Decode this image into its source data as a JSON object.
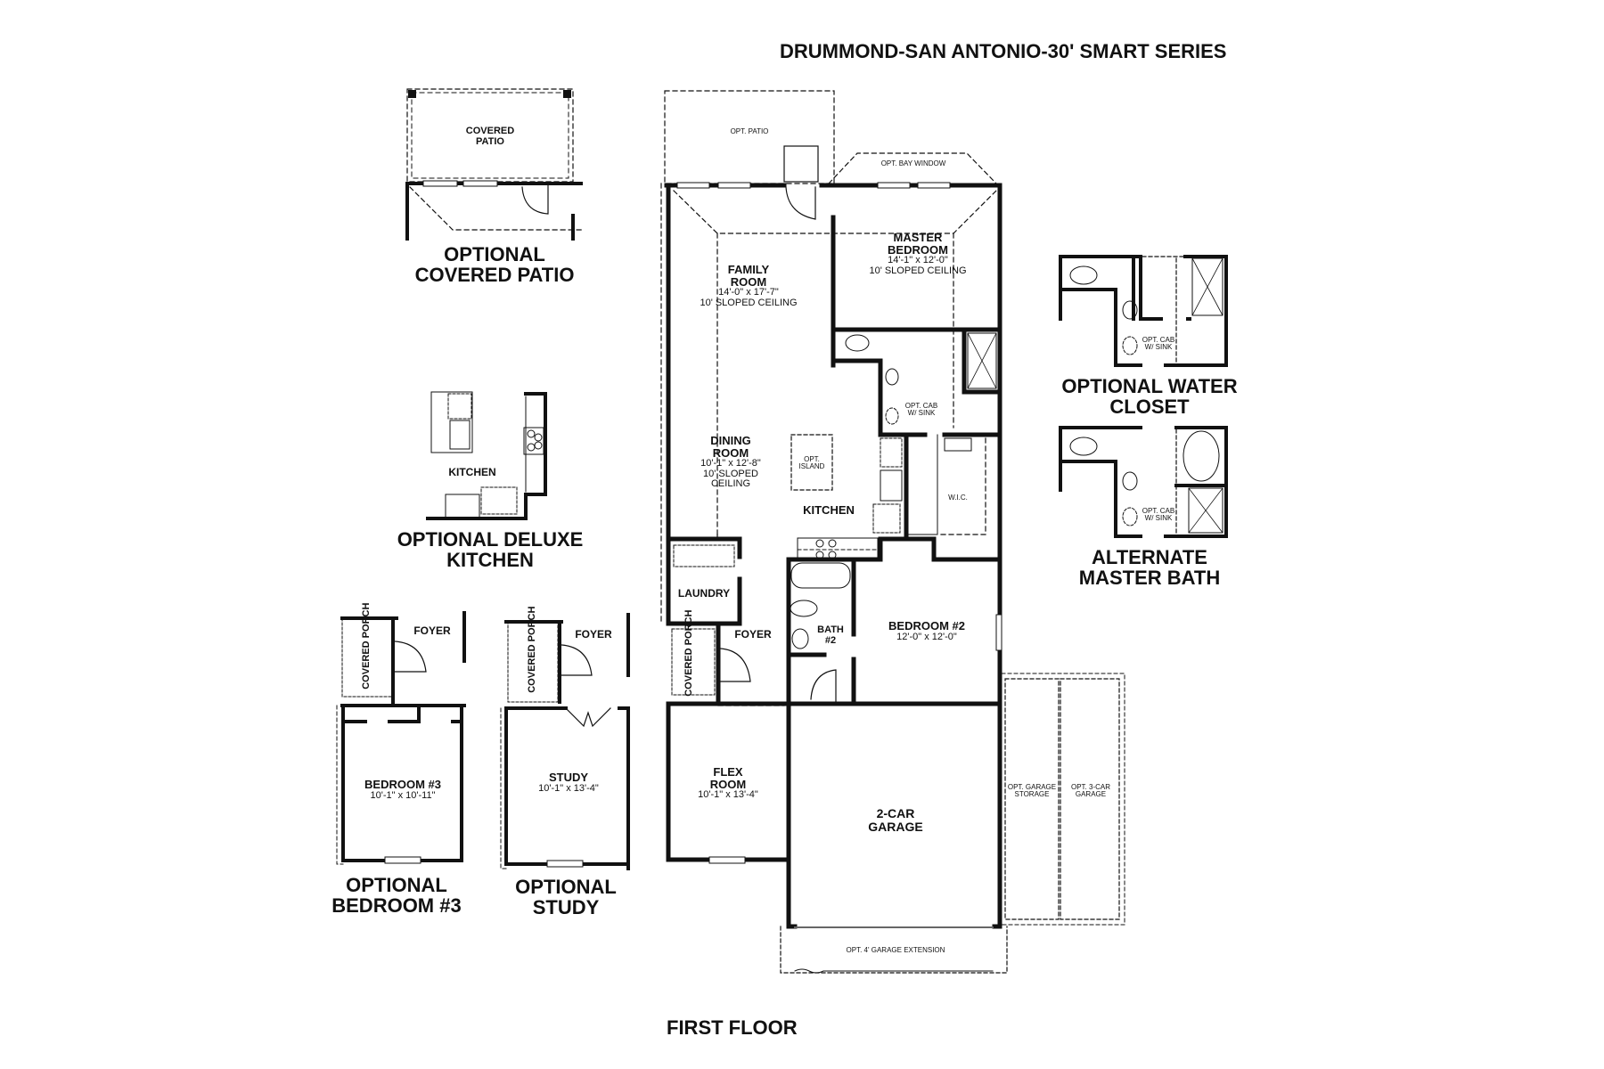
{
  "header": {
    "title": "DRUMMOND-SAN ANTONIO-30' SMART SERIES"
  },
  "footer": {
    "floor_label": "FIRST FLOOR"
  },
  "main_plan": {
    "rooms": {
      "opt_patio": "OPT. PATIO",
      "opt_bay_window": "OPT. BAY WINDOW",
      "family_room": {
        "name": "FAMILY ROOM",
        "dims": "14'-0\" x 17'-7\"",
        "note": "10' SLOPED CEILING"
      },
      "master_bedroom": {
        "name": "MASTER BEDROOM",
        "dims": "14'-1\" x 12'-0\"",
        "note": "10' SLOPED CEILING"
      },
      "master_bath_opt": "OPT. CAB W/ SINK",
      "dining_room": {
        "name": "DINING ROOM",
        "dims": "10'-1\" x 12'-8\"",
        "note": "10' SLOPED CEILING"
      },
      "opt_island": "OPT. ISLAND",
      "kitchen": "KITCHEN",
      "wic": "W.I.C.",
      "laundry": "LAUNDRY",
      "covered_porch": "COVERED PORCH",
      "foyer": "FOYER",
      "bath2": "BATH #2",
      "bedroom2": {
        "name": "BEDROOM #2",
        "dims": "12'-0\" x 12'-0\""
      },
      "flex_room": {
        "name": "FLEX ROOM",
        "dims": "10'-1\" x 13'-4\""
      },
      "garage": "2-CAR GARAGE",
      "opt_garage_storage": "OPT. GARAGE STORAGE",
      "opt_3car_garage": "OPT. 3-CAR GARAGE",
      "opt_garage_extension": "OPT. 4' GARAGE EXTENSION"
    }
  },
  "options": {
    "covered_patio": {
      "inner_label": "COVERED PATIO",
      "caption": "OPTIONAL COVERED PATIO"
    },
    "deluxe_kitchen": {
      "inner_label": "KITCHEN",
      "caption": "OPTIONAL DELUXE KITCHEN"
    },
    "water_closet": {
      "inner_label": "OPT. CAB W/ SINK",
      "caption": "OPTIONAL WATER CLOSET"
    },
    "alt_master_bath": {
      "inner_label": "OPT. CAB W/ SINK",
      "caption": "ALTERNATE MASTER BATH"
    },
    "bedroom3": {
      "covered_porch": "COVERED PORCH",
      "foyer": "FOYER",
      "name": "BEDROOM #3",
      "dims": "10'-1\" x 10'-11\"",
      "caption": "OPTIONAL BEDROOM #3"
    },
    "study": {
      "covered_porch": "COVERED PORCH",
      "foyer": "FOYER",
      "name": "STUDY",
      "dims": "10'-1\" x 13'-4\"",
      "caption": "OPTIONAL STUDY"
    }
  }
}
